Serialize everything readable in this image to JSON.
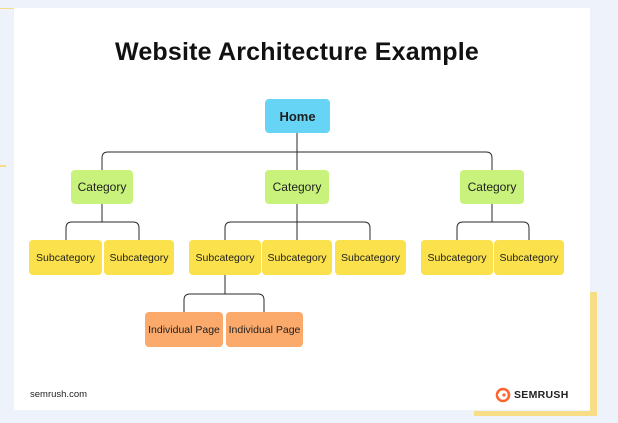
{
  "diagram": {
    "title": "Website Architecture Example",
    "home": "Home",
    "categories": [
      "Category",
      "Category",
      "Category"
    ],
    "subcategories": [
      "Subcategory",
      "Subcategory",
      "Subcategory",
      "Subcategory",
      "Subcategory",
      "Subcategory",
      "Subcategory"
    ],
    "pages": [
      "Individual Page",
      "Individual Page"
    ]
  },
  "footer": {
    "source": "semrush.com",
    "brand": "SEMRUSH"
  },
  "colors": {
    "home": "#66d5f5",
    "category": "#c8f27c",
    "subcategory": "#fbe14b",
    "page": "#fbaa6b",
    "brand_orange": "#ff642d"
  }
}
